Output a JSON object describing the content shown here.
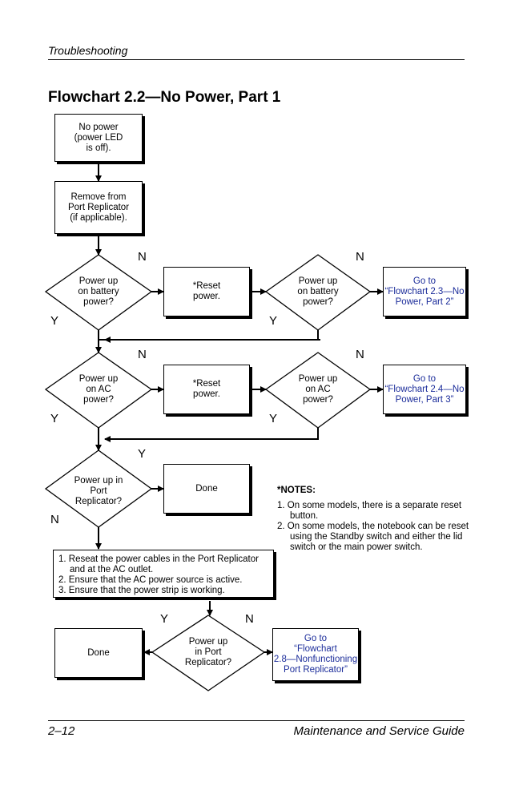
{
  "header": {
    "section": "Troubleshooting"
  },
  "title": "Flowchart 2.2—No Power, Part 1",
  "footer": {
    "page_number": "2–12",
    "guide_title": "Maintenance and Service Guide"
  },
  "flowchart": {
    "start": "No power\n(power LED\nis off).",
    "remove": "Remove from\nPort Replicator\n(if applicable).",
    "d1": "Power up\non battery\npower?",
    "reset1": "*Reset\npower.",
    "d2": "Power up\non battery\npower?",
    "goto_23": "Go to\n“Flowchart 2.3—No\nPower, Part 2”",
    "d3": "Power up\non AC\npower?",
    "reset2": "*Reset\npower.",
    "d4": "Power up\non AC\npower?",
    "goto_24": "Go to\n“Flowchart 2.4—No\nPower, Part 3”",
    "d5": "Power up in\nPort\nReplicator?",
    "done1": "Done",
    "steps": [
      "1. Reseat the power cables in the Port Replicator and at the AC outlet.",
      "2. Ensure that the AC power source is active.",
      "3. Ensure that the power strip is working."
    ],
    "d6": "Power up\nin Port\nReplicator?",
    "done2": "Done",
    "goto_28": "Go to\n“Flowchart\n2.8—Nonfunctioning\nPort Replicator”",
    "labels": {
      "yes": "Y",
      "no": "N"
    }
  },
  "notes": {
    "heading": "*NOTES:",
    "items": [
      "1. On some models, there is a separate reset button.",
      "2. On some models, the notebook can be reset using the Standby switch and either the lid switch or the main power switch."
    ]
  }
}
